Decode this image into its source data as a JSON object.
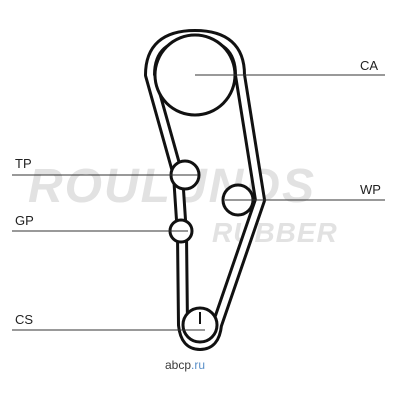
{
  "labels": {
    "ca": "CA",
    "tp": "TP",
    "wp": "WP",
    "gp": "GP",
    "cs": "CS"
  },
  "watermark": {
    "line1": "ROULUNDS",
    "line2": "RUBBER",
    "color": "#e2e2e2"
  },
  "footer": {
    "brand": "abcp",
    "tld": ".ru",
    "brand_color": "#3a3a3a",
    "tld_color": "#5a8fc8"
  },
  "colors": {
    "belt": "#111111",
    "lines": "#333333"
  }
}
